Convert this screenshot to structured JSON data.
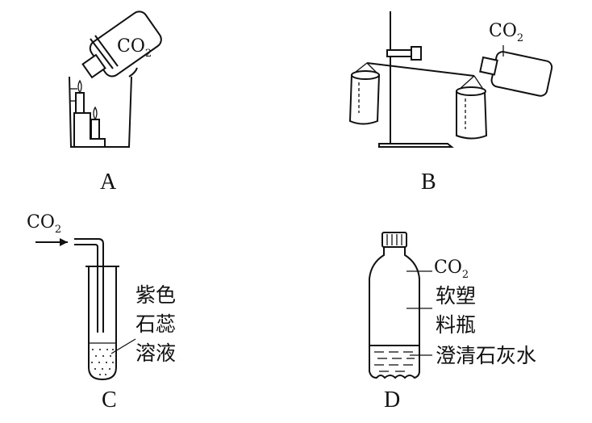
{
  "panels": {
    "a": {
      "caption": "A",
      "gas_label": "CO",
      "gas_sub": "2"
    },
    "b": {
      "caption": "B",
      "gas_label": "CO",
      "gas_sub": "2"
    },
    "c": {
      "caption": "C",
      "gas_label": "CO",
      "gas_sub": "2",
      "solution_lines": [
        "紫色",
        "石蕊",
        "溶液"
      ]
    },
    "d": {
      "caption": "D",
      "gas_label": "CO",
      "gas_sub": "2",
      "bottle_lines": [
        "软塑",
        "料瓶"
      ],
      "liquid_label": "澄清石灰水"
    }
  }
}
